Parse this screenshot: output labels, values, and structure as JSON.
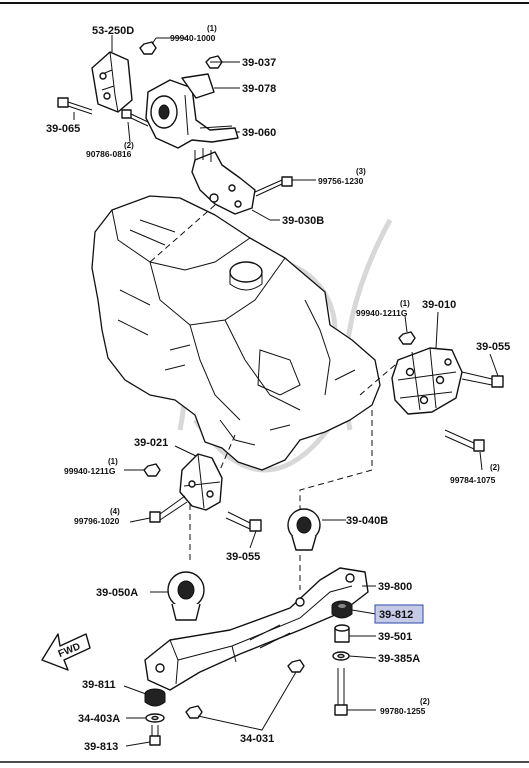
{
  "labels": {
    "p_53_250D": "53-250D",
    "p_99940_1000": "99940-1000",
    "p_99940_1000_qty": "(1)",
    "p_39_037": "39-037",
    "p_39_078": "39-078",
    "p_39_065": "39-065",
    "p_39_060": "39-060",
    "p_90786_0816": "90786-0816",
    "p_90786_0816_qty": "(2)",
    "p_99756_1230": "99756-1230",
    "p_99756_1230_qty": "(3)",
    "p_39_030B": "39-030B",
    "p_99940_1211G_top": "99940-1211G",
    "p_99940_1211G_top_qty": "(1)",
    "p_39_010": "39-010",
    "p_39_055_right": "39-055",
    "p_99784_1075": "99784-1075",
    "p_99784_1075_qty": "(2)",
    "p_39_021": "39-021",
    "p_99940_1211G_left": "99940-1211G",
    "p_99940_1211G_left_qty": "(1)",
    "p_99796_1020": "99796-1020",
    "p_99796_1020_qty": "(4)",
    "p_39_040B": "39-040B",
    "p_39_055_lower": "39-055",
    "p_39_050A": "39-050A",
    "p_39_800": "39-800",
    "p_39_812": "39-812",
    "p_39_501": "39-501",
    "p_39_385A": "39-385A",
    "p_39_811": "39-811",
    "p_99780_1255": "99780-1255",
    "p_99780_1255_qty": "(2)",
    "p_34_403A": "34-403A",
    "p_34_031": "34-031",
    "p_39_813": "39-813",
    "fwd": "FWD"
  },
  "highlight": {
    "part": "39-812",
    "fill": "#c5cbe6",
    "border": "#2b4aa8"
  }
}
